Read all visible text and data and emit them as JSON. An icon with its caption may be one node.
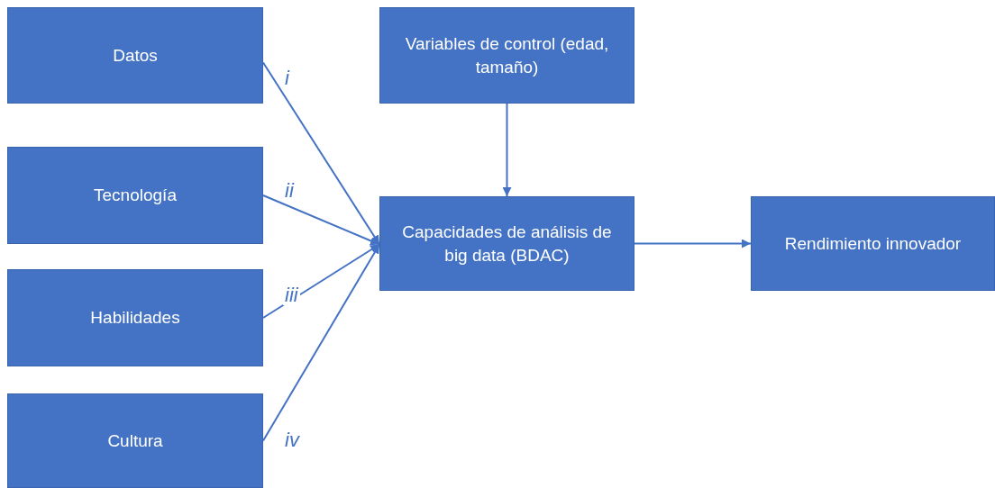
{
  "diagram": {
    "nodes": [
      {
        "text": [
          "Datos"
        ]
      },
      {
        "text": [
          "Tecnología"
        ]
      },
      {
        "text": [
          "Habilidades"
        ]
      },
      {
        "text": [
          "Cultura"
        ]
      },
      {
        "text": [
          "Variables de control (edad, tamaño)"
        ]
      },
      {
        "text": [
          "Capacidades de análisis de big data (BDAC)"
        ]
      },
      {
        "text": [
          "Rendimiento innovador"
        ]
      }
    ],
    "edges": [
      {
        "from": 0,
        "to": 5,
        "arrow": "to",
        "label": "i"
      },
      {
        "from": 1,
        "to": 5,
        "arrow": "to",
        "label": "ii"
      },
      {
        "from": 2,
        "to": 5,
        "arrow": "to",
        "label": "iii"
      },
      {
        "from": 3,
        "to": 5,
        "arrow": "to",
        "label": "iv"
      },
      {
        "from": 4,
        "to": 5,
        "arrow": "to"
      },
      {
        "from": 5,
        "to": 6,
        "arrow": "to"
      }
    ]
  }
}
